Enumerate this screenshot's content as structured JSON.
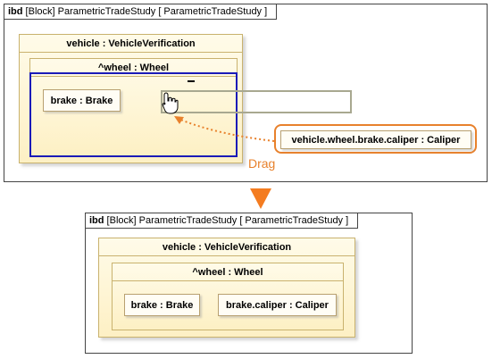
{
  "before": {
    "tab": {
      "kind": "ibd",
      "text": " [Block] ParametricTradeStudy [ ParametricTradeStudy ]"
    },
    "vehicle": "vehicle : VehicleVerification",
    "wheel": "^wheel : Wheel",
    "brake": "brake : Brake",
    "source_part": "vehicle.wheel.brake.caliper : Caliper",
    "drag_label": "Drag"
  },
  "after": {
    "tab": {
      "kind": "ibd",
      "text": " [Block] ParametricTradeStudy [ ParametricTradeStudy ]"
    },
    "vehicle": "vehicle : VehicleVerification",
    "wheel": "^wheel : Wheel",
    "brake": "brake : Brake",
    "caliper": "brake.caliper : Caliper"
  },
  "colors": {
    "drag": "#e8812c",
    "selection": "#1a1ab8",
    "part_fill": "#fdf0c4"
  },
  "icons": {
    "cursor": "hand-pointer-icon",
    "transition": "arrow-down-icon"
  }
}
